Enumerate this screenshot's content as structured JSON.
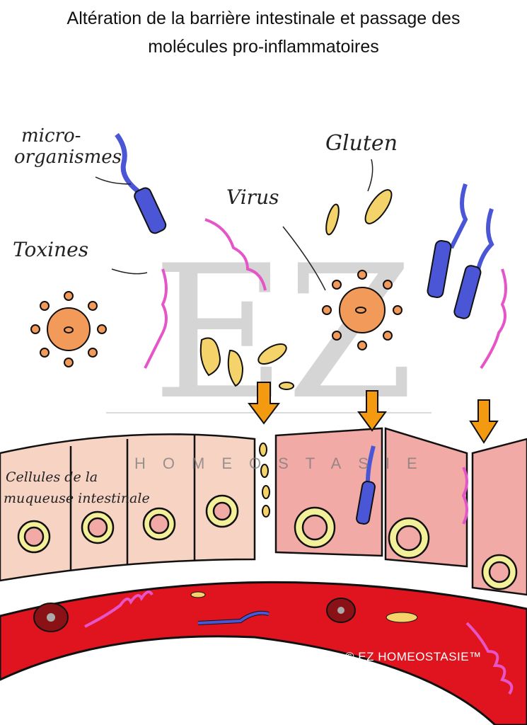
{
  "title": {
    "line1": "Altération de la barrière intestinale et passage des",
    "line2": "molécules pro-inflammatoires"
  },
  "labels": {
    "microorganisms_1": "micro-",
    "microorganisms_2": "organismes",
    "gluten": "Gluten",
    "virus": "Virus",
    "toxins": "Toxines",
    "cells_1": "Cellules de la",
    "cells_2": "muqueuse intestinale"
  },
  "watermark": {
    "logo": "EZ",
    "text": "HOMEOSTASIE"
  },
  "copyright": "© EZ HOMEOSTASIE™",
  "colors": {
    "blood": "#e0141e",
    "cell_light": "#f7d3c4",
    "cell_damaged": "#f2aaa6",
    "nucleus": "#f4f09a",
    "virus": "#f29a5a",
    "bacteria": "#4a56d6",
    "toxin": "#e655c8",
    "gluten": "#f3d36a",
    "arrow": "#f39a10"
  }
}
